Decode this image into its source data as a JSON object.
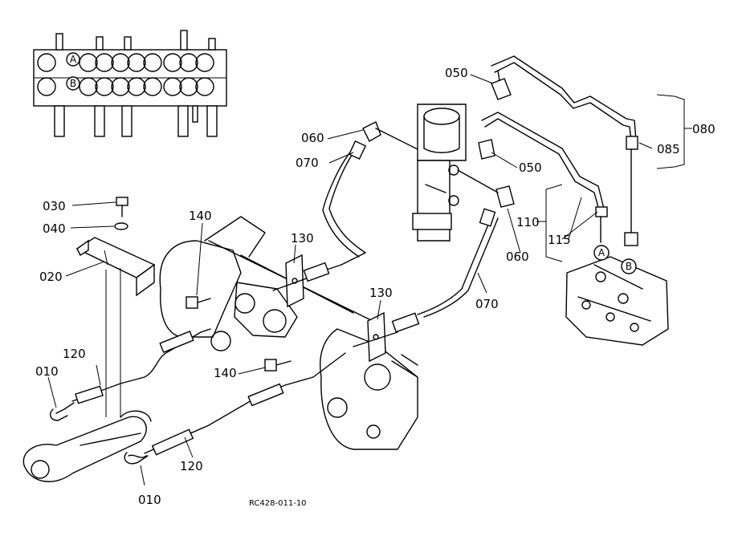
{
  "part_labels": {
    "p010_a": "010",
    "p010_b": "010",
    "p020": "020",
    "p030": "030",
    "p040": "040",
    "p050_a": "050",
    "p050_b": "050",
    "p060_a": "060",
    "p060_b": "060",
    "p070_a": "070",
    "p070_b": "070",
    "p080": "080",
    "p085": "085",
    "p110": "110",
    "p115": "115",
    "p120_a": "120",
    "p120_b": "120",
    "p130_a": "130",
    "p130_b": "130",
    "p140_a": "140",
    "p140_b": "140"
  },
  "port_markers": {
    "a_inset": "A",
    "b_inset": "B",
    "a_valve": "A",
    "b_valve": "B"
  },
  "reference_code": "RC428-011-10"
}
